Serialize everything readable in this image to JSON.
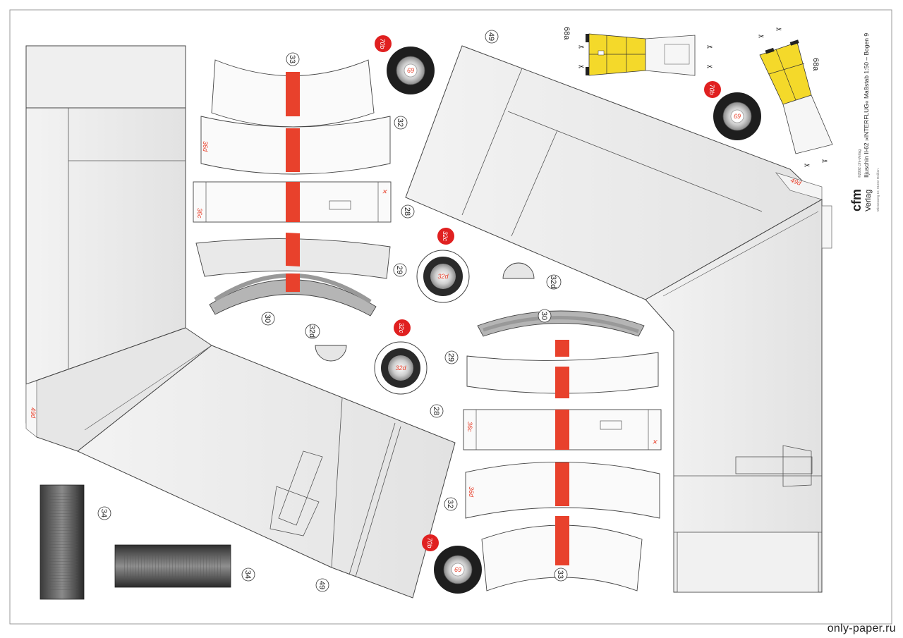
{
  "sheet": {
    "publisher_logo": "cfm",
    "publisher_name": "Verlag",
    "copyright": "©2002 cfm-Verlag",
    "title": "Iljuschin Il-62 »INTERFLUG« Maßstab 1:50 – Bogen 9",
    "address": "Wiesenweg 10, 01662 Meißen"
  },
  "parts": {
    "p49": "49",
    "p49d": "49d",
    "p33": "33",
    "p32": "32",
    "p32d": "32d",
    "p32c": "32c",
    "p36d": "36d",
    "p36c": "36c",
    "p28": "28",
    "p29": "29",
    "p30": "30",
    "p34": "34",
    "p68a": "68a",
    "p70b": "70b",
    "p69": "69"
  },
  "colors": {
    "red_stripe": "#e8412c",
    "part_fill": "#ebebeb",
    "yellow": "#f4d92a",
    "tire": "#1e1e1e"
  },
  "watermark": "only-paper.ru"
}
